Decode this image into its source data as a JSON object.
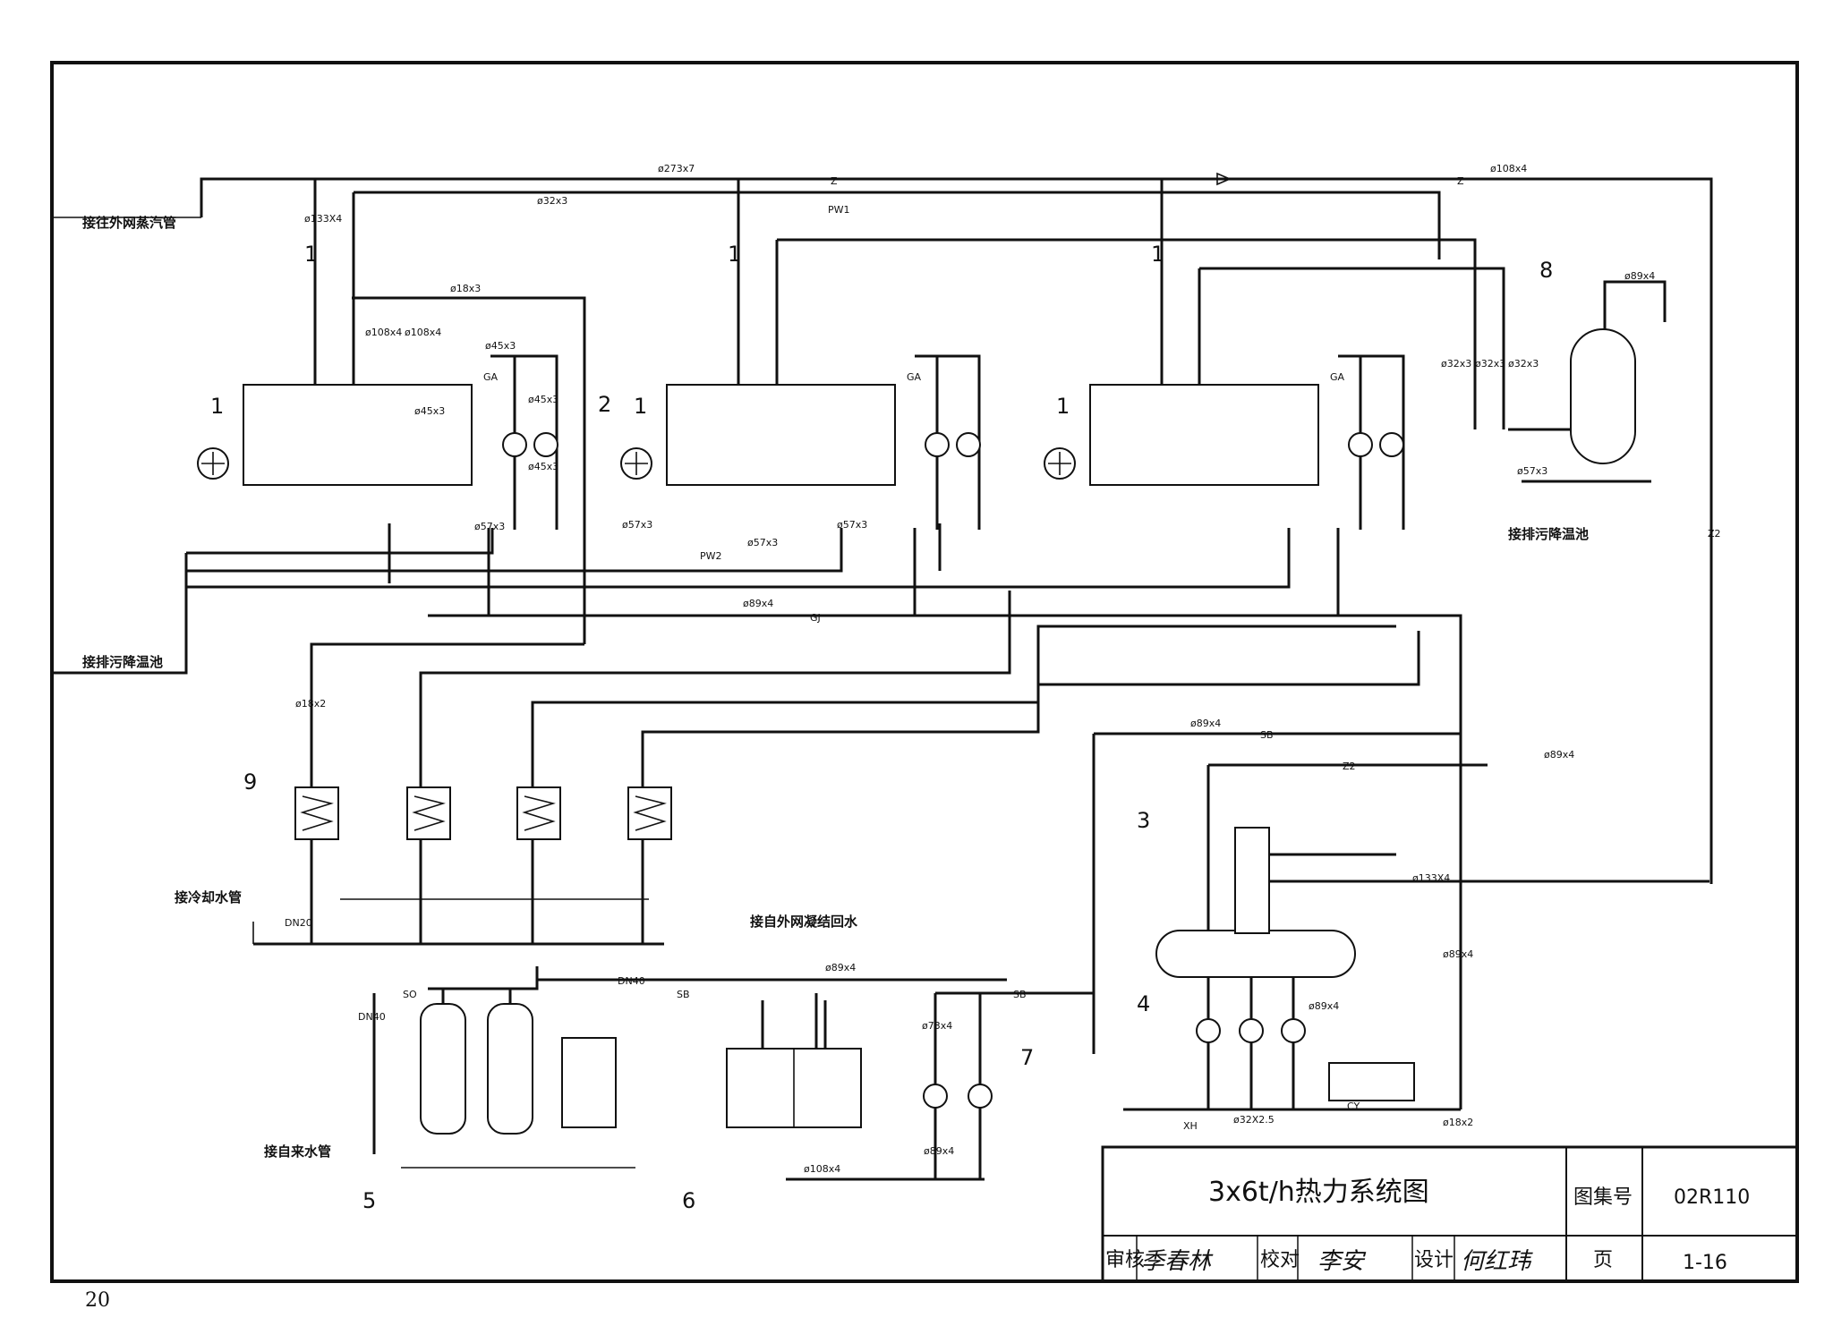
{
  "title_block": {
    "drawing_title": "3x6t/h热力系统图",
    "atlas_label": "图集号",
    "atlas_no": "02R110",
    "page_label": "页",
    "page_no": "1-16",
    "review_label": "审核",
    "reviewer": "季春林",
    "check_label": "校对",
    "checker": "李安",
    "design_label": "设计",
    "designer": "何红玮"
  },
  "sheet_page_number": "20",
  "callouts": {
    "steam_out": "接往外网蒸汽管",
    "blowdown_left": "接排污降温池",
    "blowdown_right": "接排污降温池",
    "cooling_water": "接冷却水管",
    "condensate_return": "接自外网凝结回水",
    "city_water": "接自来水管"
  },
  "pipe_labels": {
    "main_steam": "ø273x7",
    "z1": "Z",
    "z2": "Z",
    "steam_branch": "ø108x4",
    "pw1_size": "ø32x3",
    "pw1": "PW1",
    "pw2": "PW2",
    "pw2_size": "ø57x3",
    "gj": "GJ",
    "gj_size": "ø89x4",
    "sb": "SB",
    "sb_size": "ø89x4",
    "z2_label": "Z2",
    "z2_size": "ø89x4",
    "z2_vert": "Z2",
    "dn40": "DN40",
    "sb2": "SB",
    "sb3": "SB",
    "so": "SO",
    "xh": "XH",
    "xh_size": "ø32X2.5",
    "cy": "CY",
    "d18x2": "ø18x2",
    "d18x2_b": "ø18x2",
    "d18x3": "ø18x3",
    "d133x4_v": "ø133X4",
    "d133x4": "ø133X4",
    "d108x4_tank": "ø108x4",
    "d45x3": "ø45x3",
    "d45x3_b": "ø45x3",
    "d45x3_c": "ø45x3",
    "d45x3_d": "ø45x3",
    "d57x3_a": "ø57x3",
    "d57x3_b": "ø57x3",
    "d57x3_c": "ø57x3",
    "d57x3_d": "ø57x3",
    "d89x4_deaer": "ø89x4",
    "d89x4_v": "ø89x4",
    "d89x4_top": "ø89x4",
    "d89x4_cond": "ø89x4",
    "d89x4_low": "ø89x4",
    "d73x4": "ø73x4",
    "d32x3_a": "ø32x3",
    "d32x3_b": "ø32x3",
    "d32x3_c": "ø32x3",
    "dn20": "DN20",
    "dn40_v": "DN40",
    "d108x4_a": "ø108x4",
    "d108x4_b": "ø108x4",
    "ga1": "GA",
    "ga2": "GA",
    "ga3": "GA"
  },
  "equipment_numbers": {
    "boiler_a": "1",
    "boiler_b": "1",
    "boiler_c": "1",
    "feed_pump": "2",
    "deaerator": "3",
    "deaer_pump": "4",
    "softener": "5",
    "cond_tank": "6",
    "make_pump": "7",
    "blowdown_exp": "8",
    "sample_cooler": "9",
    "steam_pipe_a": "1",
    "steam_pipe_b": "1",
    "steam_pipe_c": "1"
  }
}
